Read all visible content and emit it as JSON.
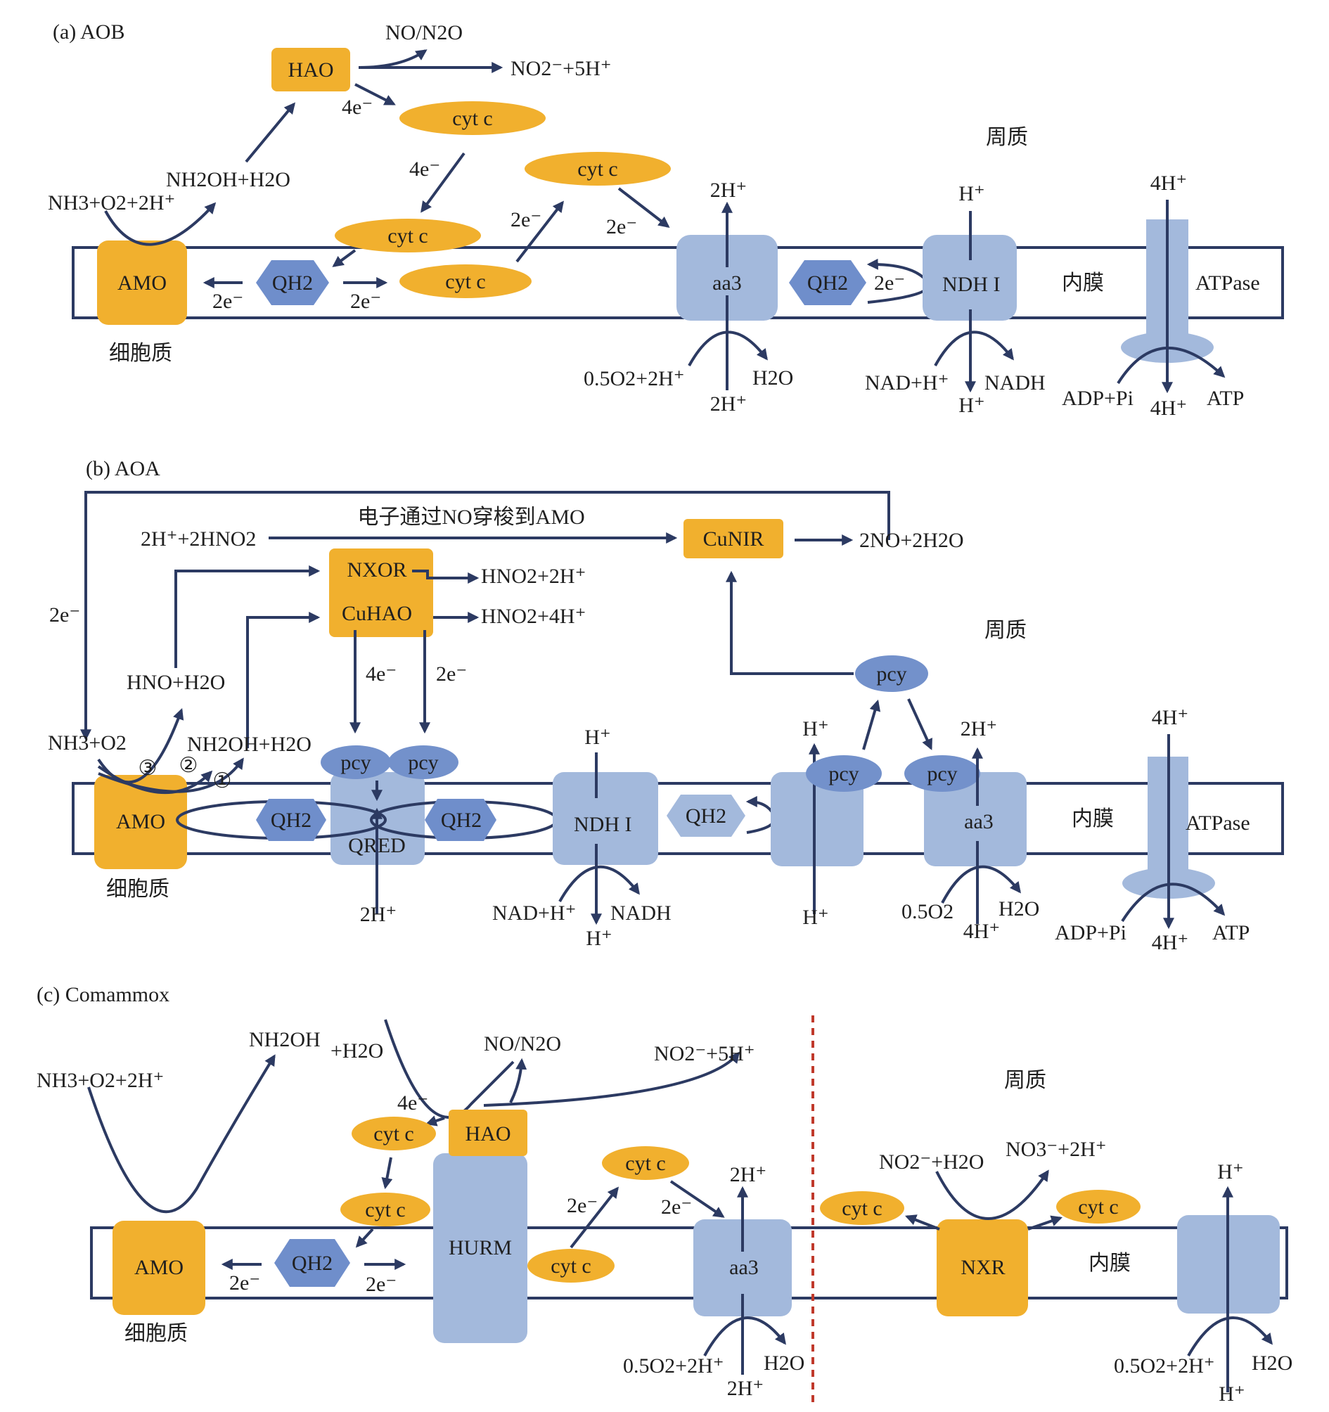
{
  "panels": {
    "a": {
      "title": "(a)  AOB",
      "periplasm": "周质",
      "cytoplasm": "细胞质",
      "membrane": "内膜",
      "amo": "AMO",
      "hao": "HAO",
      "qh2": "QH2",
      "cytc": "cyt c",
      "aa3": "aa3",
      "ndh": "NDH I",
      "atpase": "ATPase",
      "labels": {
        "no_n2o": "NO/N2O",
        "no2_5h": "NO2⁻+5H⁺",
        "nh2oh": "NH2OH+H2O",
        "nh3": "NH3+O2+2H⁺",
        "e4a": "4e⁻",
        "e4b": "4e⁻",
        "e2a": "2e⁻",
        "e2b": "2e⁻",
        "e2c": "2e⁻",
        "e2d": "2e⁻",
        "e2e": "2e⁻",
        "h2_top": "2H⁺",
        "h2_bottom": "2H⁺",
        "o2": "0.5O2+2H⁺",
        "h2o": "H2O",
        "ndh_htop": "H⁺",
        "ndh_hbottom": "H⁺",
        "nad": "NAD+H⁺",
        "nadh": "NADH",
        "atp_htop": "4H⁺",
        "atp_hbottom": "4H⁺",
        "adp": "ADP+Pi",
        "atp": "ATP"
      }
    },
    "b": {
      "title": "(b)  AOA",
      "periplasm": "周质",
      "cytoplasm": "细胞质",
      "membrane": "内膜",
      "amo": "AMO",
      "nxor": "NXOR",
      "cuhao": "CuHAO",
      "cunir": "CuNIR",
      "qh2": "QH2",
      "qred": "QRED",
      "pcy": "pcy",
      "ndh": "NDH I",
      "aa3": "aa3",
      "atpase": "ATPase",
      "labels": {
        "shuttle": "电子通过NO穿梭到AMO",
        "hno2_in": "2H⁺+2HNO2",
        "no_out": "2NO+2H2O",
        "e2_left": "2e⁻",
        "hno2_2h": "HNO2+2H⁺",
        "hno2_4h": "HNO2+4H⁺",
        "hno": "HNO+H2O",
        "nh3": "NH3+O2",
        "nh2oh": "NH2OH+H2O",
        "c1": "①",
        "c2": "②",
        "c3": "③",
        "e4": "4e⁻",
        "e2": "2e⁻",
        "qred_h": "2H⁺",
        "ndh_htop": "H⁺",
        "ndh_hbottom": "H⁺",
        "nad": "NAD+H⁺",
        "nadh": "NADH",
        "bc_htop": "H⁺",
        "bc_hbottom": "H⁺",
        "aa3_htop": "2H⁺",
        "o2": "0.5O2",
        "h2o": "H2O",
        "aa3_hbottom": "4H⁺",
        "atp_htop": "4H⁺",
        "atp_hbottom": "4H⁺",
        "adp": "ADP+Pi",
        "atp": "ATP"
      }
    },
    "c": {
      "title": "(c)  Comammox",
      "periplasm": "周质",
      "cytoplasm": "细胞质",
      "membrane": "内膜",
      "amo": "AMO",
      "hao": "HAO",
      "hurm": "HURM",
      "qh2": "QH2",
      "cytc": "cyt c",
      "aa3": "aa3",
      "nxr": "NXR",
      "labels": {
        "nh3": "NH3+O2+2H⁺",
        "nh2oh": "NH2OH",
        "h2o_plus": "+H2O",
        "no_n2o": "NO/N2O",
        "no2_5h": "NO2⁻+5H⁺",
        "e4": "4e⁻",
        "e2a": "2e⁻",
        "e2b": "2e⁻",
        "e2c": "2e⁻",
        "e2d": "2e⁻",
        "h2_top": "2H⁺",
        "h2_bottom": "2H⁺",
        "o2": "0.5O2+2H⁺",
        "h2o": "H2O",
        "no2_h2o": "NO2⁻+H2O",
        "no3_2h": "NO3⁻+2H⁺",
        "atp_htop": "H⁺",
        "o2_right": "0.5O2+2H⁺",
        "h2o_right": "H2O",
        "atp_hbottom": "H⁺"
      }
    }
  },
  "colors": {
    "orange": "#f1b02e",
    "light_blue": "#a3b9dc",
    "hex_blue": "#6f8ecb",
    "dark_navy": "#2c3a62",
    "divider_red": "#c0392b"
  }
}
